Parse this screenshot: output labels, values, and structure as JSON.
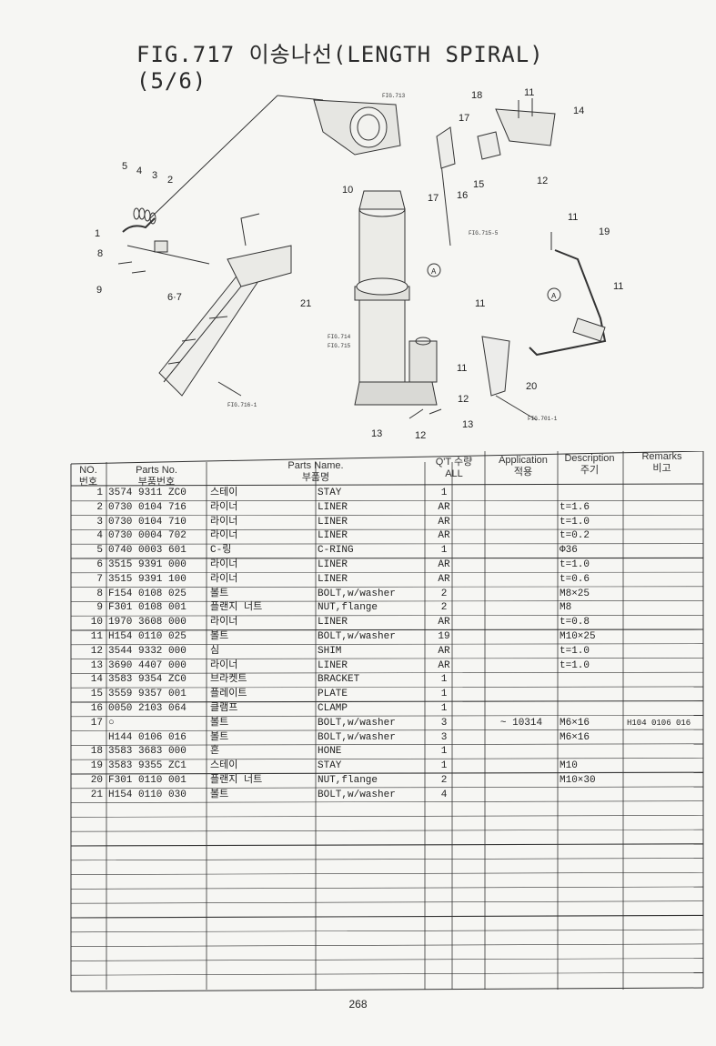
{
  "title": "FIG.717 이송나선(LENGTH SPIRAL) (5/6)",
  "diagram": {
    "callouts": [
      "5",
      "4",
      "3",
      "2",
      "1",
      "8",
      "9",
      "6·7",
      "21",
      "10",
      "18",
      "11",
      "17",
      "14",
      "15",
      "16",
      "17",
      "12",
      "11",
      "19",
      "A",
      "A",
      "11",
      "11",
      "11",
      "20",
      "12",
      "13",
      "13",
      "12"
    ],
    "fig_refs": [
      "FIG.713",
      "FIG.715-5",
      "FIG.714",
      "FIG.715",
      "FIG.716-1",
      "FIG.701-1"
    ]
  },
  "table": {
    "headers": {
      "no": "NO.",
      "no_kr": "번호",
      "parts_no": "Parts No.",
      "parts_no_kr": "부품번호",
      "name": "Parts Name.",
      "name_kr": "부품명",
      "qty": "Q'T 수량",
      "qty_sub": "ALL",
      "app": "Application",
      "app_kr": "적용",
      "desc": "Description",
      "desc_kr": "주기",
      "remarks": "Remarks",
      "remarks_kr": "비고"
    },
    "rows": [
      {
        "no": "1",
        "part": "3574 9311 ZC0",
        "kr": "스테이",
        "en": "STAY",
        "qty": "1",
        "app": "",
        "desc": "",
        "rem": ""
      },
      {
        "no": "2",
        "part": "0730 0104 716",
        "kr": "라이너",
        "en": "LINER",
        "qty": "AR",
        "app": "",
        "desc": "t=1.6",
        "rem": ""
      },
      {
        "no": "3",
        "part": "0730 0104 710",
        "kr": "라이너",
        "en": "LINER",
        "qty": "AR",
        "app": "",
        "desc": "t=1.0",
        "rem": ""
      },
      {
        "no": "4",
        "part": "0730 0004 702",
        "kr": "라이너",
        "en": "LINER",
        "qty": "AR",
        "app": "",
        "desc": "t=0.2",
        "rem": ""
      },
      {
        "no": "5",
        "part": "0740 0003 601",
        "kr": "C-링",
        "en": "C-RING",
        "qty": "1",
        "app": "",
        "desc": "Φ36",
        "rem": ""
      },
      {
        "no": "6",
        "part": "3515 9391 000",
        "kr": "라이너",
        "en": "LINER",
        "qty": "AR",
        "app": "",
        "desc": "t=1.0",
        "rem": ""
      },
      {
        "no": "7",
        "part": "3515 9391 100",
        "kr": "라이너",
        "en": "LINER",
        "qty": "AR",
        "app": "",
        "desc": "t=0.6",
        "rem": ""
      },
      {
        "no": "8",
        "part": "F154 0108 025",
        "kr": "볼트",
        "en": "BOLT,w/washer",
        "qty": "2",
        "app": "",
        "desc": "M8×25",
        "rem": ""
      },
      {
        "no": "9",
        "part": "F301 0108 001",
        "kr": "플랜지 너트",
        "en": "NUT,flange",
        "qty": "2",
        "app": "",
        "desc": "M8",
        "rem": ""
      },
      {
        "no": "10",
        "part": "1970 3608 000",
        "kr": "라이너",
        "en": "LINER",
        "qty": "AR",
        "app": "",
        "desc": "t=0.8",
        "rem": ""
      },
      {
        "no": "11",
        "part": "H154 0110 025",
        "kr": "볼트",
        "en": "BOLT,w/washer",
        "qty": "19",
        "app": "",
        "desc": "M10×25",
        "rem": ""
      },
      {
        "no": "12",
        "part": "3544 9332 000",
        "kr": "심",
        "en": "SHIM",
        "qty": "AR",
        "app": "",
        "desc": "t=1.0",
        "rem": ""
      },
      {
        "no": "13",
        "part": "3690 4407 000",
        "kr": "라이너",
        "en": "LINER",
        "qty": "AR",
        "app": "",
        "desc": "t=1.0",
        "rem": ""
      },
      {
        "no": "14",
        "part": "3583 9354 ZC0",
        "kr": "브라켓트",
        "en": "BRACKET",
        "qty": "1",
        "app": "",
        "desc": "",
        "rem": ""
      },
      {
        "no": "15",
        "part": "3559 9357 001",
        "kr": "플레이트",
        "en": "PLATE",
        "qty": "1",
        "app": "",
        "desc": "",
        "rem": ""
      },
      {
        "no": "16",
        "part": "0050 2103 064",
        "kr": "클램프",
        "en": "CLAMP",
        "qty": "1",
        "app": "",
        "desc": "",
        "rem": ""
      },
      {
        "no": "17",
        "part": "○",
        "kr": "볼트",
        "en": "BOLT,w/washer",
        "qty": "3",
        "app": "~ 10314",
        "desc": "M6×16",
        "rem": "H104 0106 016"
      },
      {
        "no": "",
        "part": "H144 0106 016",
        "kr": "볼트",
        "en": "BOLT,w/washer",
        "qty": "3",
        "app": "",
        "desc": "M6×16",
        "rem": ""
      },
      {
        "no": "18",
        "part": "3583 3683 000",
        "kr": "혼",
        "en": "HONE",
        "qty": "1",
        "app": "",
        "desc": "",
        "rem": ""
      },
      {
        "no": "19",
        "part": "3583 9355 ZC1",
        "kr": "스테이",
        "en": "STAY",
        "qty": "1",
        "app": "",
        "desc": "M10",
        "rem": ""
      },
      {
        "no": "20",
        "part": "F301 0110 001",
        "kr": "플랜지 너트",
        "en": "NUT,flange",
        "qty": "2",
        "app": "",
        "desc": "M10×30",
        "rem": ""
      },
      {
        "no": "21",
        "part": "H154 0110 030",
        "kr": "볼트",
        "en": "BOLT,w/washer",
        "qty": "4",
        "app": "",
        "desc": "",
        "rem": ""
      }
    ]
  },
  "page_number": "268"
}
